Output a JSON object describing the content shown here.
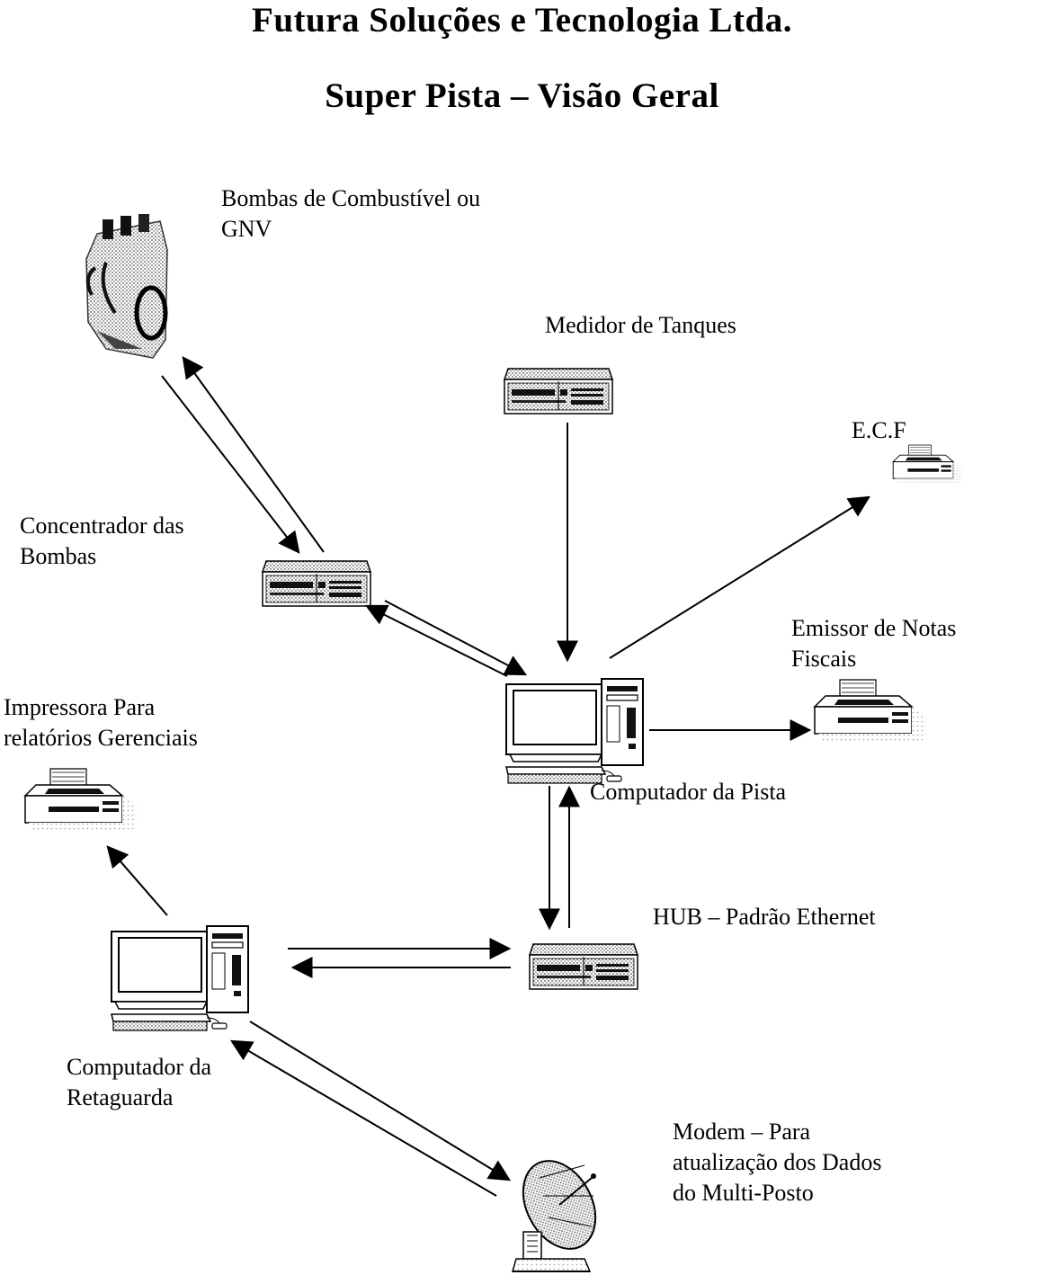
{
  "title": "Futura Soluções e Tecnologia Ltda.",
  "subtitle": "Super Pista – Visão Geral",
  "nodes": {
    "bombas": {
      "label_lines": [
        "Bombas de Combustível ou",
        "GNV"
      ],
      "icon": "fuel-pump-icon"
    },
    "medidor": {
      "label_lines": [
        "Medidor de Tanques"
      ],
      "icon": "device-box-icon"
    },
    "ecf": {
      "label_lines": [
        "E.C.F"
      ],
      "icon": "printer-icon"
    },
    "concentrador": {
      "label_lines": [
        "Concentrador das",
        "Bombas"
      ],
      "icon": "device-box-icon"
    },
    "emissor": {
      "label_lines": [
        "Emissor de Notas",
        "Fiscais"
      ],
      "icon": "printer-icon"
    },
    "impressora": {
      "label_lines": [
        "Impressora Para",
        "relatórios Gerenciais"
      ],
      "icon": "printer-icon"
    },
    "computador_pista": {
      "label_lines": [
        "Computador da Pista"
      ],
      "icon": "desktop-computer-icon"
    },
    "hub": {
      "label_lines": [
        "HUB – Padrão Ethernet"
      ],
      "icon": "device-box-icon"
    },
    "computador_retaguarda": {
      "label_lines": [
        "Computador da",
        "Retaguarda"
      ],
      "icon": "desktop-computer-icon"
    },
    "modem": {
      "label_lines": [
        "Modem – Para",
        "atualização dos Dados",
        "do Multi-Posto"
      ],
      "icon": "satellite-dish-icon"
    }
  },
  "connections": [
    {
      "from": "bombas",
      "to": "concentrador"
    },
    {
      "from": "concentrador",
      "to": "bombas"
    },
    {
      "from": "concentrador",
      "to": "computador_pista"
    },
    {
      "from": "computador_pista",
      "to": "concentrador"
    },
    {
      "from": "medidor",
      "to": "computador_pista"
    },
    {
      "from": "computador_pista",
      "to": "ecf"
    },
    {
      "from": "computador_pista",
      "to": "emissor"
    },
    {
      "from": "computador_pista",
      "to": "hub"
    },
    {
      "from": "hub",
      "to": "computador_pista"
    },
    {
      "from": "computador_retaguarda",
      "to": "hub"
    },
    {
      "from": "hub",
      "to": "computador_retaguarda"
    },
    {
      "from": "computador_retaguarda",
      "to": "impressora"
    },
    {
      "from": "computador_retaguarda",
      "to": "modem"
    },
    {
      "from": "modem",
      "to": "computador_retaguarda"
    }
  ]
}
